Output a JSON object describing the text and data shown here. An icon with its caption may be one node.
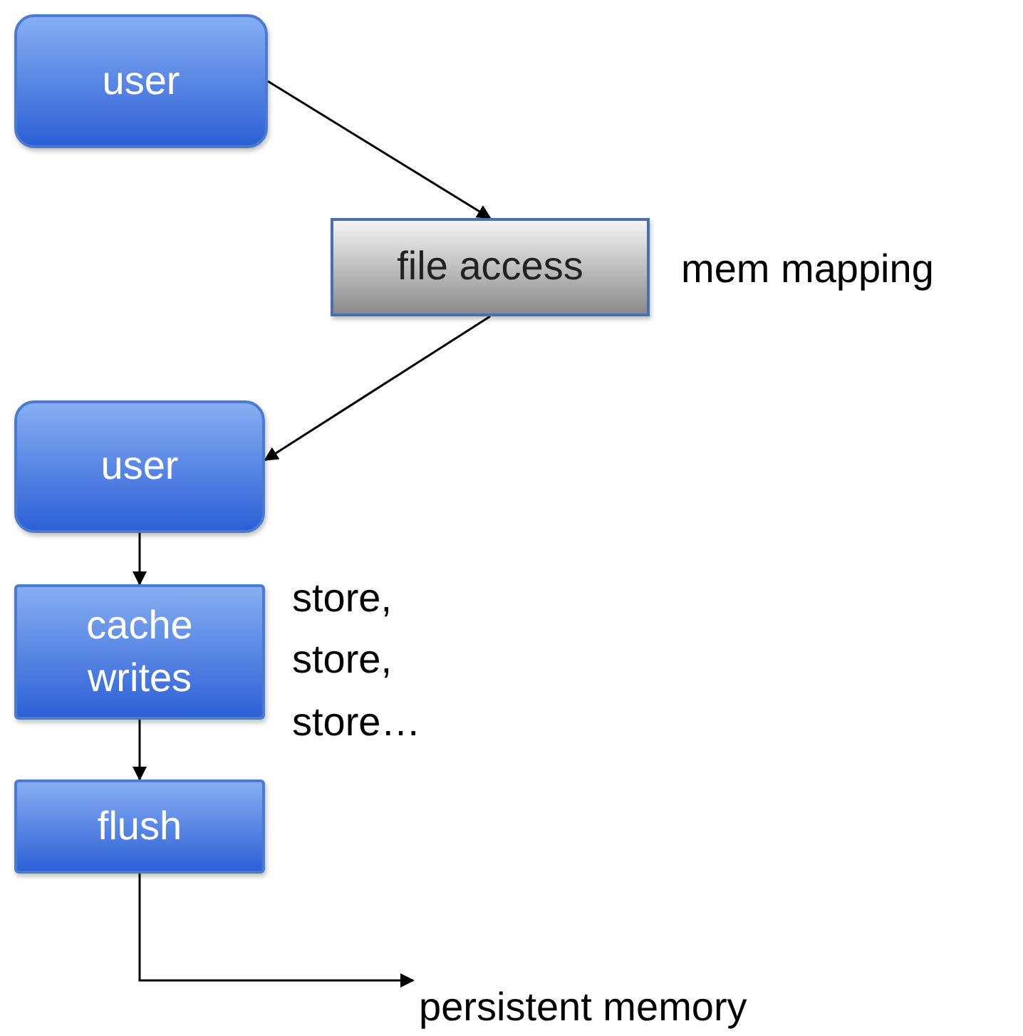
{
  "diagram": {
    "nodes": [
      {
        "text": [
          "user"
        ]
      },
      {
        "text": [
          "file access"
        ],
        "beside": [
          "mem mapping"
        ]
      },
      {
        "text": [
          "user"
        ]
      },
      {
        "text": [
          "cache writes"
        ],
        "beside": [
          "store, store, store…"
        ]
      },
      {
        "text": [
          "flush"
        ]
      },
      {
        "text": [
          "persistent memory"
        ]
      }
    ],
    "edges": [
      {
        "from": 0,
        "to": 1,
        "arrow": "to"
      },
      {
        "from": 1,
        "to": 2,
        "arrow": "to"
      },
      {
        "from": 2,
        "to": 3,
        "arrow": "to"
      },
      {
        "from": 3,
        "to": 4,
        "arrow": "to"
      },
      {
        "from": 4,
        "to": 5,
        "arrow": "to"
      }
    ]
  }
}
